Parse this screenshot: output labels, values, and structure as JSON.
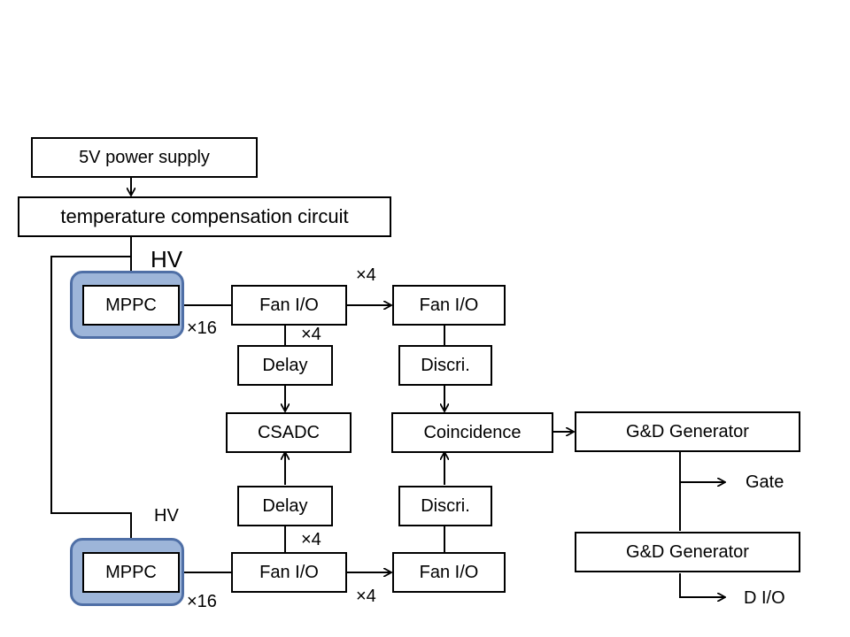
{
  "blocks": {
    "power_supply": "5V power supply",
    "temp_comp": "temperature compensation circuit",
    "mppc_top": "MPPC",
    "mppc_bottom": "MPPC",
    "fanio_top_left": "Fan I/O",
    "fanio_top_right": "Fan I/O",
    "fanio_bottom_left": "Fan I/O",
    "fanio_bottom_right": "Fan I/O",
    "delay_top": "Delay",
    "delay_bottom": "Delay",
    "discri_top": "Discri.",
    "discri_bottom": "Discri.",
    "csadc": "CSADC",
    "coincidence": "Coincidence",
    "gd_generator_top": "G&D Generator",
    "gd_generator_bottom": "G&D Generator"
  },
  "labels": {
    "hv_top": "HV",
    "hv_bottom": "HV",
    "x16_top": "×16",
    "x16_bottom": "×16",
    "x4_top_right": "×4",
    "x4_top_mid": "×4",
    "x4_bottom_mid": "×4",
    "x4_bottom_right": "×4",
    "gate": "Gate",
    "dio": "D I/O"
  }
}
